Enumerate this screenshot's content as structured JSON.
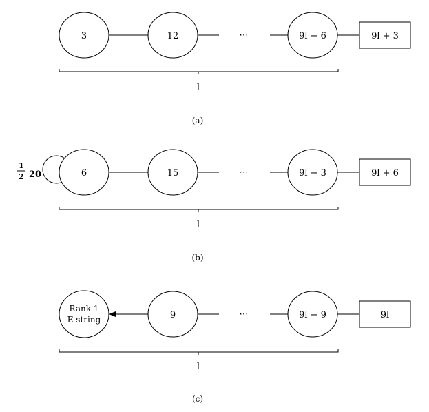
{
  "diagram_a": {
    "nodes": [
      "3",
      "12",
      "9l − 6"
    ],
    "ellipsis": "⋯",
    "flavor_box": "9l + 3",
    "brace_label": "l",
    "caption": "(a)"
  },
  "diagram_b": {
    "loop_coefficient_num": "1",
    "loop_coefficient_den": "2",
    "loop_rep": "20",
    "nodes": [
      "6",
      "15",
      "9l − 3"
    ],
    "ellipsis": "⋯",
    "flavor_box": "9l + 6",
    "brace_label": "l",
    "caption": "(b)"
  },
  "diagram_c": {
    "e_string_line1": "Rank 1",
    "e_string_line2": "E string",
    "nodes": [
      "9",
      "9l − 9"
    ],
    "ellipsis": "⋯",
    "flavor_box": "9l",
    "brace_label": "l",
    "caption": "(c)"
  }
}
